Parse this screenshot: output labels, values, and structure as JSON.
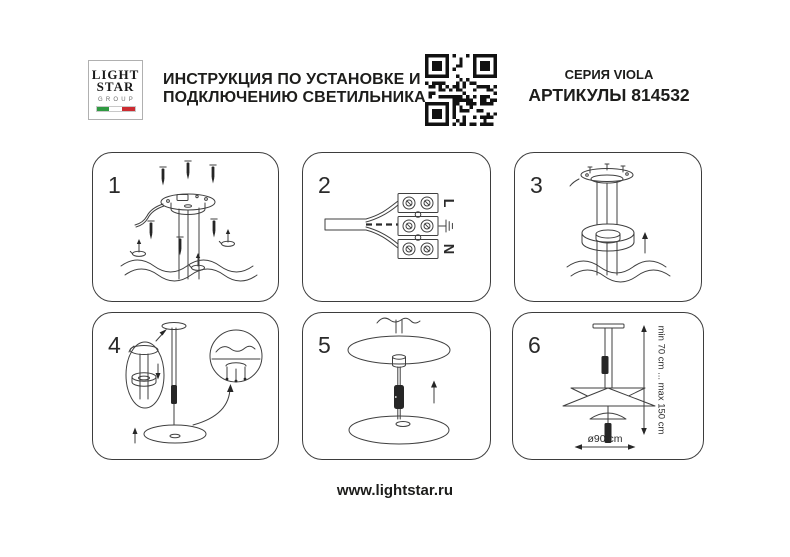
{
  "header": {
    "logo": {
      "word1": "LIGHT",
      "word2": "STAR",
      "word3": "GROUP"
    },
    "title_line1": "ИНСТРУКЦИЯ ПО УСТАНОВКЕ И",
    "title_line2": "ПОДКЛЮЧЕНИЮ СВЕТИЛЬНИКА",
    "series_label": "СЕРИЯ VIOLA",
    "article_label": "АРТИКУЛЫ 814532"
  },
  "steps": [
    {
      "number": "1"
    },
    {
      "number": "2",
      "terminal_labels": {
        "live": "L",
        "neutral": "N",
        "ground_icon": "earth-ground"
      }
    },
    {
      "number": "3"
    },
    {
      "number": "4"
    },
    {
      "number": "5"
    },
    {
      "number": "6",
      "dimensions": {
        "height": "min 70 cm ... max 150 cm",
        "diameter": "ø90 cm"
      }
    }
  ],
  "footer": {
    "website": "www.lightstar.ru"
  },
  "colors": {
    "ink": "#3f3f3f",
    "text": "#1d1d1b",
    "flag_green": "#2f9a41",
    "flag_white": "#ffffff",
    "flag_red": "#cc2b31",
    "fill_dark": "#262626"
  }
}
